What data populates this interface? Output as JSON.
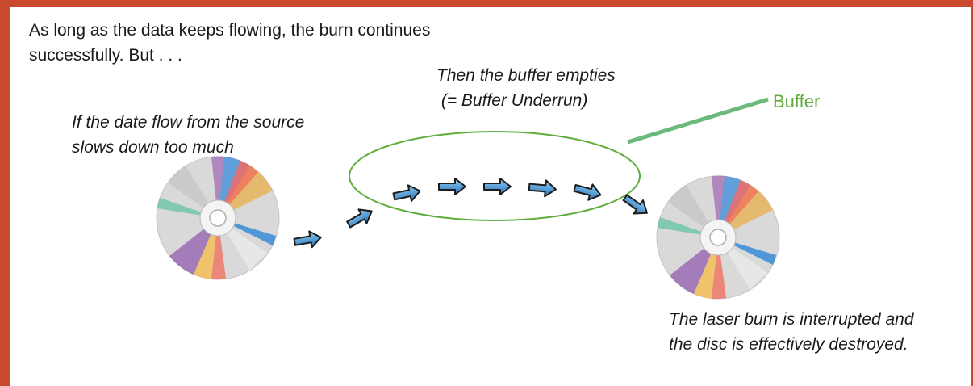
{
  "intro": {
    "line1": "As long as the data keeps flowing, the burn continues",
    "line2": "successfully. But . . ."
  },
  "source_caption": {
    "line1": "If the date flow from the source",
    "line2": "slows down too much"
  },
  "buffer_caption": {
    "line1": "Then the buffer empties",
    "line2": " (= Buffer Underrun)"
  },
  "buffer_label": "Buffer",
  "result_caption": {
    "line1": "The laser burn is interrupted and",
    "line2": "the disc is effectively destroyed."
  },
  "colors": {
    "frame": "#c94a2e",
    "buffer_green": "#5fae3c",
    "arrow_blue": "#3b8fd0"
  },
  "icons": [
    "cd-disc-icon",
    "data-arrow-icon"
  ]
}
